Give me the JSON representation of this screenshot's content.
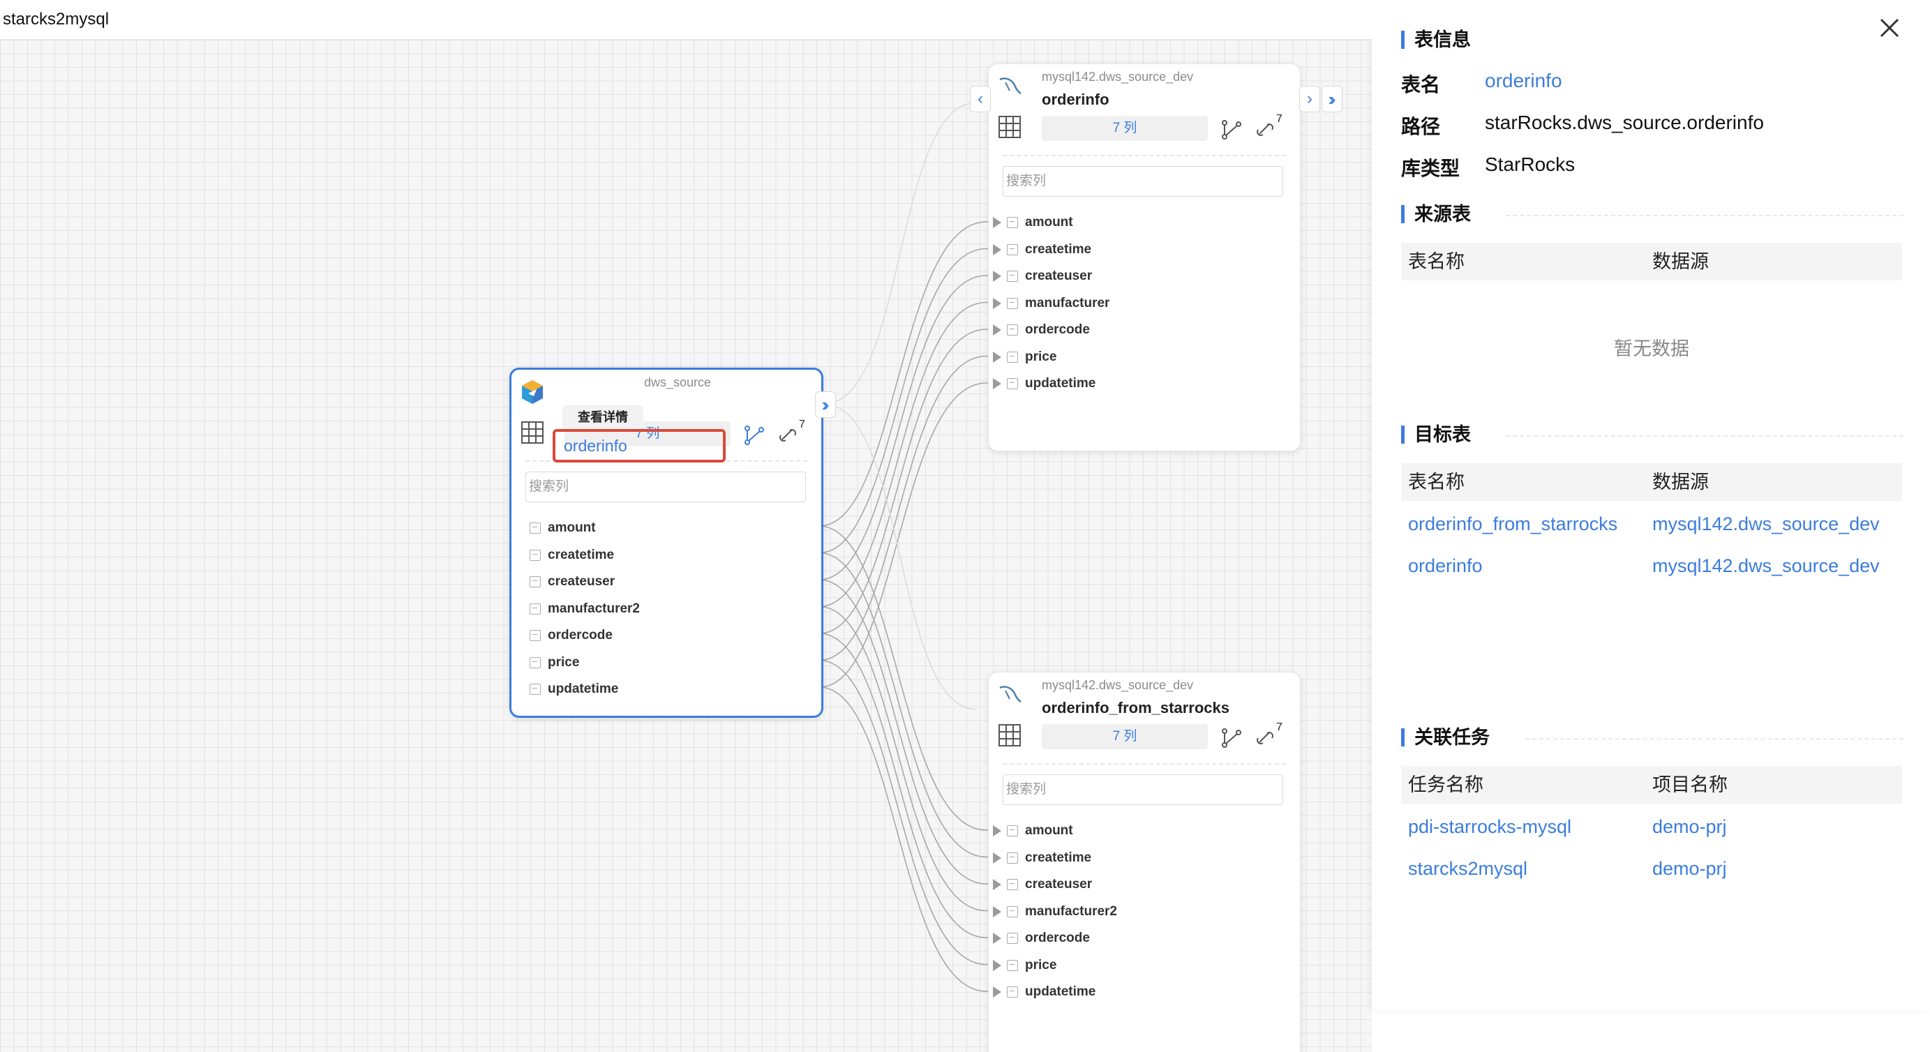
{
  "header": {
    "title": "starcks2mysql"
  },
  "nodes": {
    "source": {
      "src_label": "dws_source",
      "name": "orderinfo",
      "col_count": "7 列",
      "link_count": "7",
      "search_placeholder": "搜索列",
      "tooltip": "查看详情",
      "columns": [
        "amount",
        "createtime",
        "createuser",
        "manufacturer2",
        "ordercode",
        "price",
        "updatetime"
      ]
    },
    "target1": {
      "src_label": "mysql142.dws_source_dev",
      "name": "orderinfo",
      "col_count": "7 列",
      "link_count": "7",
      "search_placeholder": "搜索列",
      "columns": [
        "amount",
        "createtime",
        "createuser",
        "manufacturer",
        "ordercode",
        "price",
        "updatetime"
      ]
    },
    "target2": {
      "src_label": "mysql142.dws_source_dev",
      "name": "orderinfo_from_starrocks",
      "col_count": "7 列",
      "link_count": "7",
      "search_placeholder": "搜索列",
      "columns": [
        "amount",
        "createtime",
        "createuser",
        "manufacturer2",
        "ordercode",
        "price",
        "updatetime"
      ]
    }
  },
  "panel": {
    "table_info": {
      "title": "表信息",
      "name_key": "表名",
      "name_val": "orderinfo",
      "path_key": "路径",
      "path_val": "starRocks.dws_source.orderinfo",
      "type_key": "库类型",
      "type_val": "StarRocks"
    },
    "source_tables": {
      "title": "来源表",
      "col1": "表名称",
      "col2": "数据源",
      "empty": "暂无数据"
    },
    "target_tables": {
      "title": "目标表",
      "col1": "表名称",
      "col2": "数据源",
      "rows": [
        {
          "name": "orderinfo_from_starrocks",
          "source": "mysql142.dws_source_dev"
        },
        {
          "name": "orderinfo",
          "source": "mysql142.dws_source_dev"
        }
      ]
    },
    "related_tasks": {
      "title": "关联任务",
      "col1": "任务名称",
      "col2": "项目名称",
      "rows": [
        {
          "task": "pdi-starrocks-mysql",
          "project": "demo-prj"
        },
        {
          "task": "starcks2mysql",
          "project": "demo-prj"
        }
      ]
    }
  },
  "colors": {
    "accent": "#3b7ddd",
    "highlight": "#d94a3a"
  }
}
